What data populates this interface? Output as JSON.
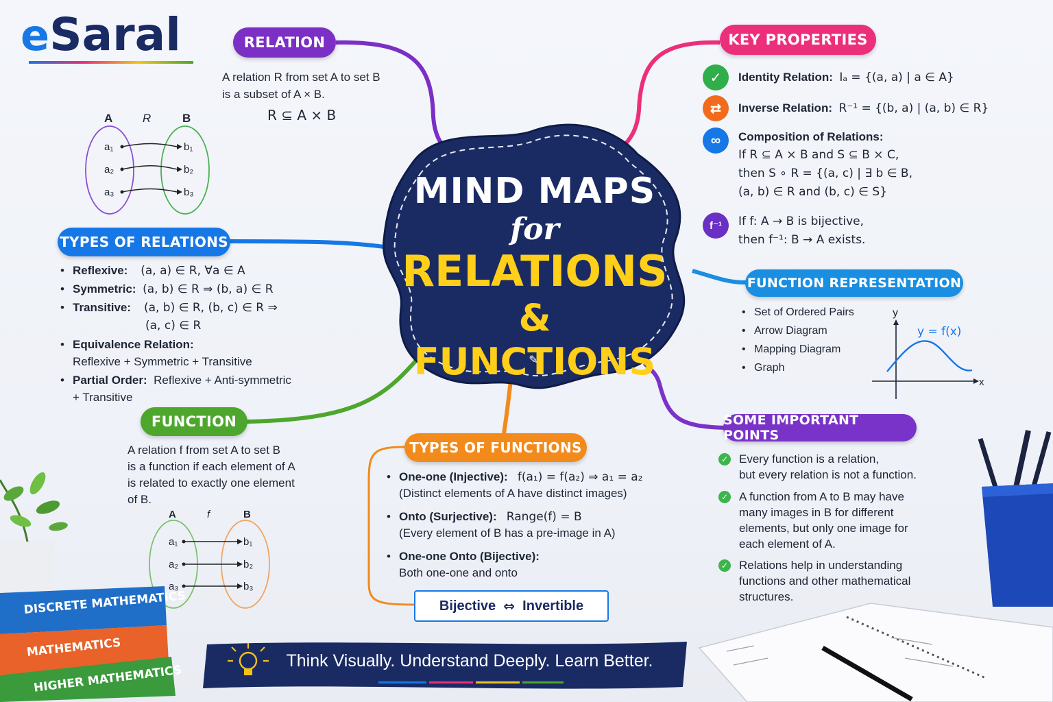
{
  "brand": {
    "logo_text": "Saral",
    "logo_prefix": "e"
  },
  "center": {
    "line1": "MIND MAPS",
    "line2": "for",
    "line3": "RELATIONS",
    "line4": "& FUNCTIONS"
  },
  "relation": {
    "title": "RELATION",
    "text1": "A relation R from set A to set B",
    "text2": "is a subset of A × B.",
    "formula": "R ⊆ A × B",
    "diagram": {
      "set_a": "A",
      "rel": "R",
      "set_b": "B",
      "left": [
        "a₁",
        "a₂",
        "a₃"
      ],
      "right": [
        "b₁",
        "b₂",
        "b₃"
      ]
    }
  },
  "types_relations": {
    "title": "TYPES OF RELATIONS",
    "items": [
      {
        "label": "Reflexive:",
        "text": "(a, a) ∈ R, ∀a ∈ A"
      },
      {
        "label": "Symmetric:",
        "text": "(a, b) ∈ R ⇒ (b, a) ∈ R"
      },
      {
        "label": "Transitive:",
        "text": "(a, b) ∈ R,  (b, c) ∈ R ⇒",
        "text2": "(a, c) ∈ R"
      },
      {
        "label": "Equivalence Relation:",
        "text2": "Reflexive + Symmetric + Transitive"
      },
      {
        "label": "Partial Order:",
        "text": "Reflexive + Anti-symmetric",
        "text2": "+ Transitive"
      }
    ]
  },
  "function": {
    "title": "FUNCTION",
    "lines": [
      "A relation f from set A to set B",
      "is a function if each element of A",
      "is related to exactly one element",
      "of B."
    ],
    "diagram": {
      "set_a": "A",
      "rel": "f",
      "set_b": "B",
      "left": [
        "a₁",
        "a₂",
        "a₃"
      ],
      "right": [
        "b₁",
        "b₂",
        "b₃"
      ]
    }
  },
  "types_functions": {
    "title": "TYPES OF FUNCTIONS",
    "items": [
      {
        "label": "One-one (Injective):",
        "formula": "f(a₁) = f(a₂) ⇒ a₁ = a₂",
        "note": "(Distinct elements of A have distinct images)"
      },
      {
        "label": "Onto (Surjective):",
        "formula": "Range(f) = B",
        "note": "(Every element of B has a pre-image in A)"
      },
      {
        "label": "One-one Onto (Bijective):",
        "formula": "",
        "note": "Both one-one and onto"
      }
    ],
    "box_left": "Bijective",
    "box_symbol": "⇔",
    "box_right": "Invertible"
  },
  "key_properties": {
    "title": "KEY PROPERTIES",
    "identity": {
      "label": "Identity Relation:",
      "formula": "I<sub>A</sub> = {(a, a) | a ∈ A}",
      "formula_plain": "Iₐ = {(a, a) | a ∈ A}"
    },
    "inverse": {
      "label": "Inverse Relation:",
      "formula": "R⁻¹ = {(b, a) | (a, b) ∈ R}"
    },
    "composition": {
      "label": "Composition of Relations:",
      "l1": "If R ⊆ A × B and S ⊆ B × C,",
      "l2": "then  S ∘ R = {(a, c) | ∃ b ∈ B,",
      "l3": "(a, b) ∈ R and (b, c) ∈ S}"
    },
    "inverse_fn": {
      "icon": "f⁻¹",
      "l1": "If f: A → B is bijective,",
      "l2": "then f⁻¹: B → A exists."
    }
  },
  "representation": {
    "title": "FUNCTION REPRESENTATION",
    "items": [
      "Set of Ordered Pairs",
      "Arrow Diagram",
      "Mapping Diagram",
      "Graph"
    ],
    "graph": {
      "y": "y",
      "x": "x",
      "label": "y = f(x)"
    }
  },
  "points": {
    "title": "SOME IMPORTANT POINTS",
    "items": [
      [
        "Every function is a relation,",
        "but every relation is not a function."
      ],
      [
        "A function from A to B may have",
        "many images in B for different",
        "elements, but only one image for",
        "each element of A."
      ],
      [
        "Relations help in understanding",
        "functions and other mathematical",
        "structures."
      ]
    ]
  },
  "books": [
    "DISCRETE MATHEMATICS",
    "MATHEMATICS",
    "HIGHER MATHEMATICS"
  ],
  "banner": {
    "text": "Think Visually. Understand Deeply. Learn Better."
  },
  "colors": {
    "relation": "#7b2fc4",
    "types_rel": "#1677e6",
    "function": "#4ca72c",
    "types_fn": "#f28a1c",
    "key": "#ec2f7a",
    "repr": "#1a8ee0",
    "points": "#7a33c8",
    "navy": "#1a2b63",
    "yellow": "#ffcf1a"
  }
}
